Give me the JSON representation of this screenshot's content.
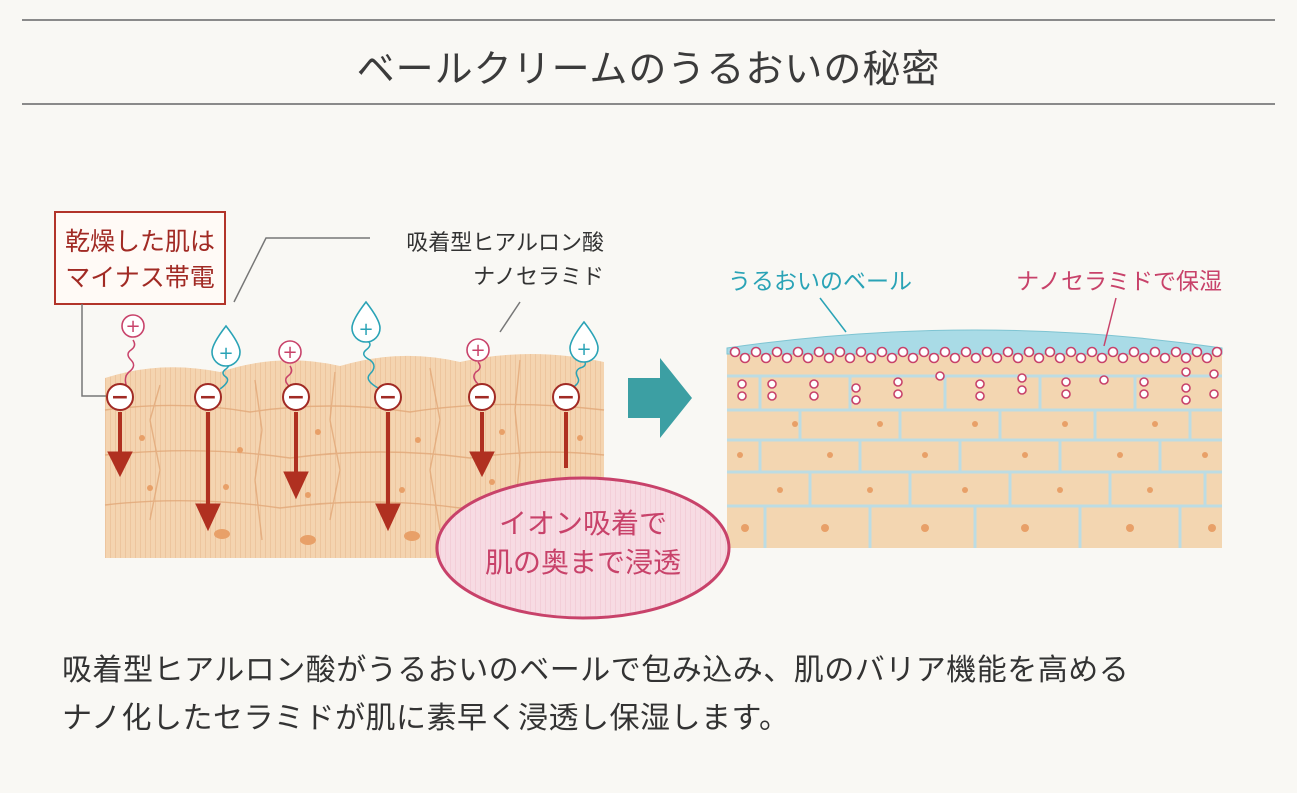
{
  "title": "ベールクリームのうるおいの秘密",
  "left_panel": {
    "callout_box": [
      "乾燥した肌は",
      "マイナス帯電"
    ],
    "ingredient_labels": [
      "吸着型ヒアルロン酸",
      "ナノセラミド"
    ],
    "positive_symbol": "+",
    "negative_symbol": "−"
  },
  "bubble": [
    "イオン吸着で",
    "肌の奥まで浸透"
  ],
  "right_panel": {
    "veil_label": "うるおいのベール",
    "ceramide_label": "ナノセラミドで保湿"
  },
  "caption": [
    "吸着型ヒアルロン酸がうるおいのベールで包み込み、肌のバリア機能を高める",
    "ナノ化したセラミドが肌に素早く浸透し保湿します。"
  ],
  "colors": {
    "skin": "#f4d4b0",
    "skin_line": "#e6b68c",
    "cell_dot": "#e8a068",
    "dark_red": "#b03020",
    "red_outline": "#a12a24",
    "pink": "#c8426a",
    "pink_fill": "#f6d3dc",
    "cyan": "#2aa3b6",
    "veil": "#a9dbe6",
    "arrow_teal": "#3c9fa3",
    "right_skin": "#f3d6b1",
    "cell_wall": "#bcdce3"
  }
}
